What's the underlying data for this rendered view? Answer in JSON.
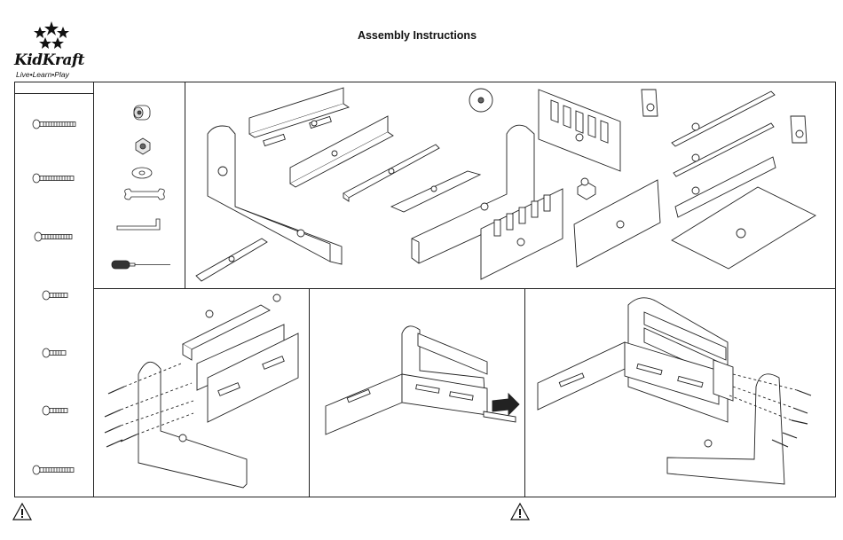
{
  "header": {
    "title": "Assembly Instructions"
  },
  "logo": {
    "brand": "KidKraft",
    "tagline": "Live•Learn•Play"
  },
  "icons": {
    "warning": "warning-triangle-icon",
    "hardware": [
      "long-bolt-icon",
      "long-bolt-icon",
      "medium-bolt-icon",
      "short-bolt-icon",
      "short-bolt-icon",
      "short-bolt-icon",
      "long-bolt-icon"
    ],
    "tools": [
      "barrel-nut-icon",
      "lock-nut-icon",
      "washer-icon",
      "wrench-icon",
      "allen-key-icon",
      "screwdriver-icon"
    ]
  }
}
